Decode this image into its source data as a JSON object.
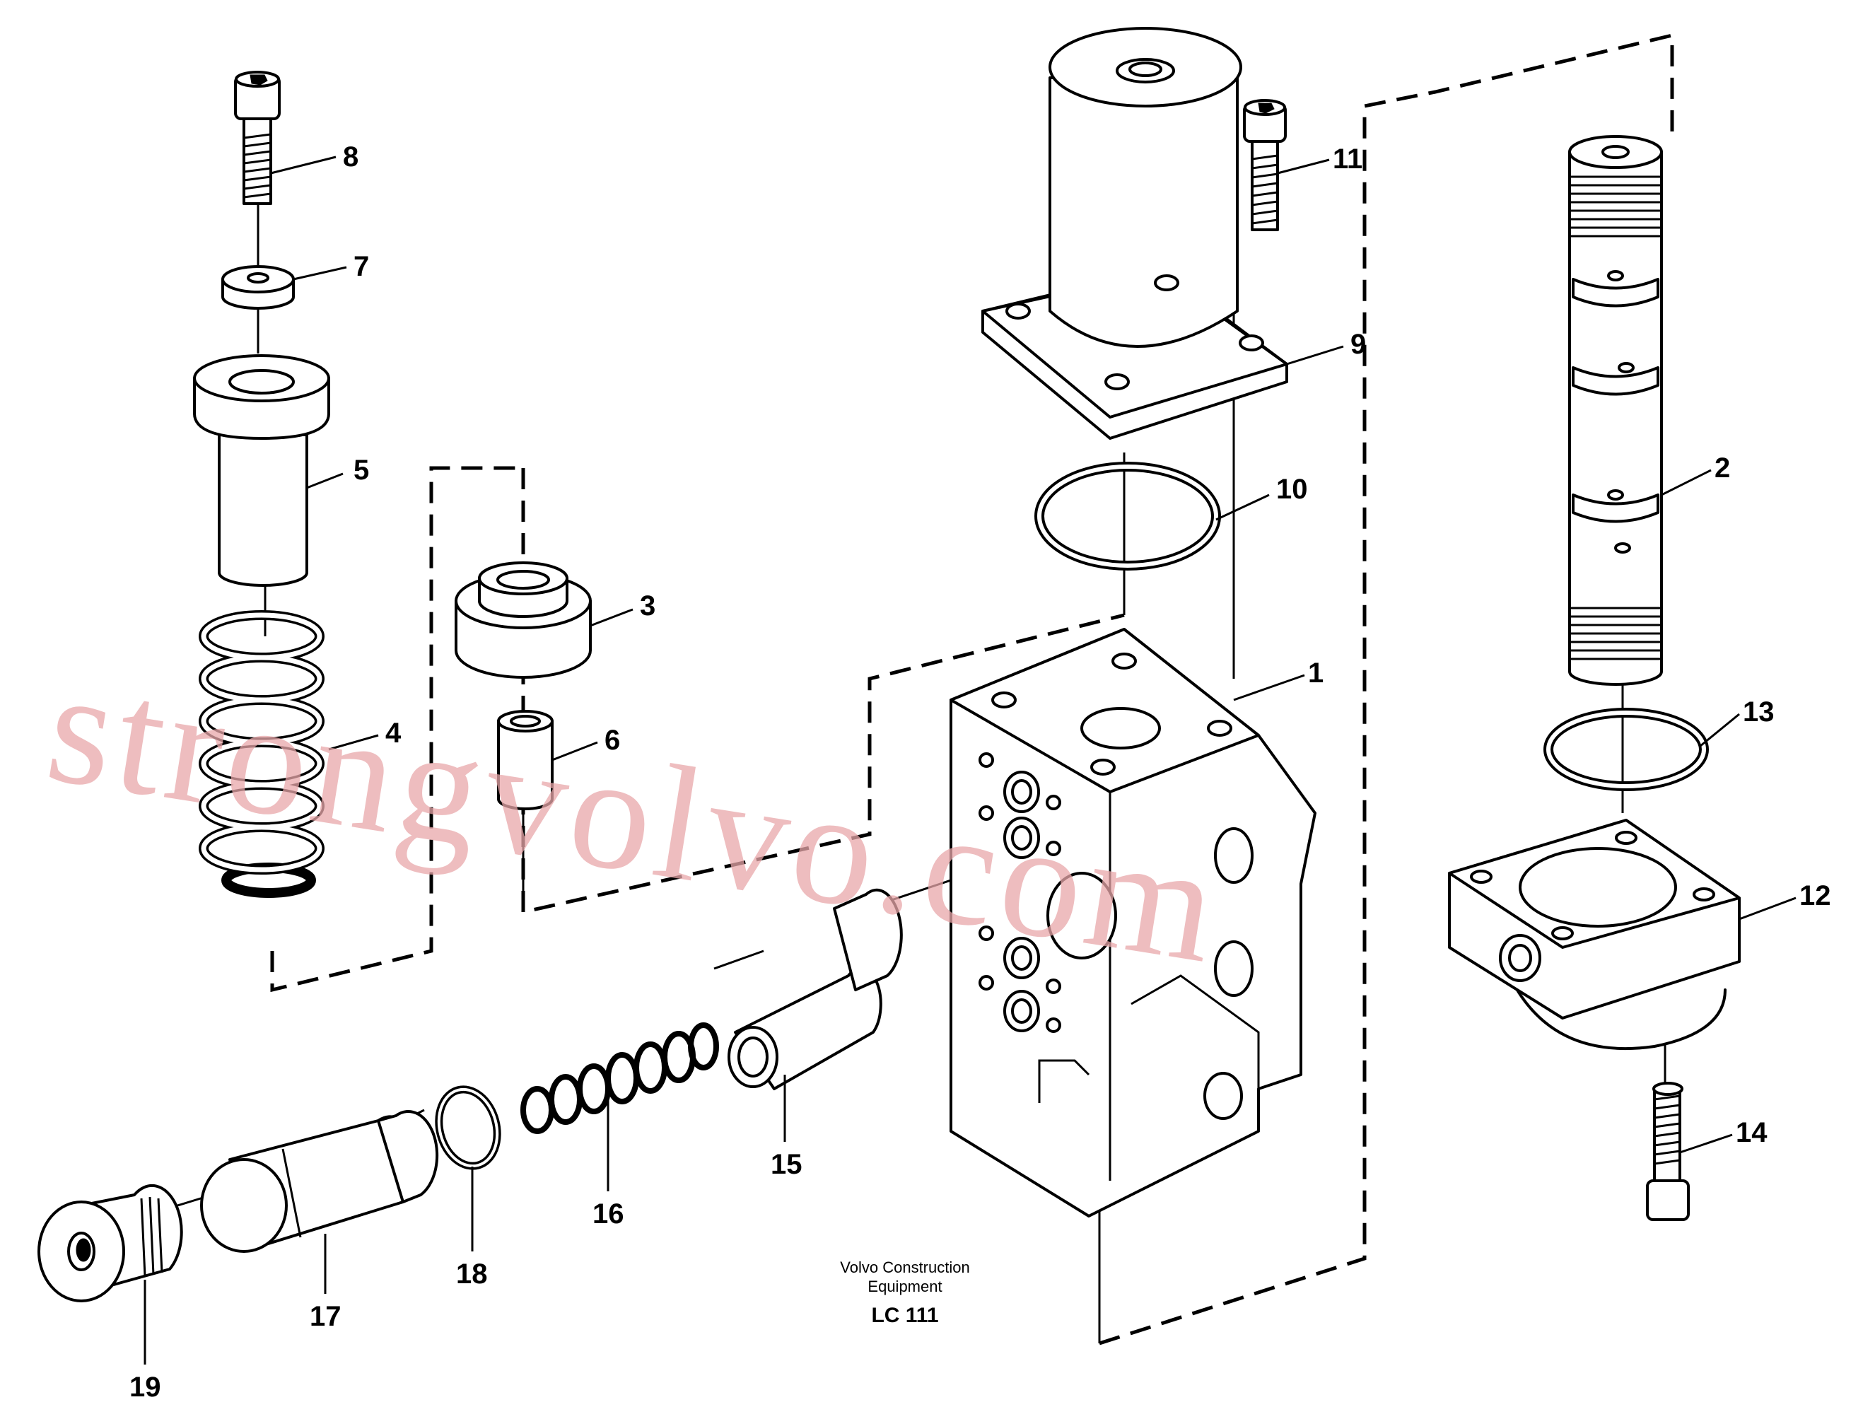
{
  "diagram": {
    "footer": {
      "line1": "Volvo Construction",
      "line2": "Equipment",
      "code": "LC 111"
    },
    "watermark": "strongvolvo.com",
    "callouts": [
      {
        "id": "p1",
        "label": "1"
      },
      {
        "id": "p2",
        "label": "2"
      },
      {
        "id": "p3",
        "label": "3"
      },
      {
        "id": "p4",
        "label": "4"
      },
      {
        "id": "p5",
        "label": "5"
      },
      {
        "id": "p6",
        "label": "6"
      },
      {
        "id": "p7",
        "label": "7"
      },
      {
        "id": "p8",
        "label": "8"
      },
      {
        "id": "p9",
        "label": "9"
      },
      {
        "id": "p10",
        "label": "10"
      },
      {
        "id": "p11",
        "label": "11"
      },
      {
        "id": "p12",
        "label": "12"
      },
      {
        "id": "p13",
        "label": "13"
      },
      {
        "id": "p14",
        "label": "14"
      },
      {
        "id": "p15",
        "label": "15"
      },
      {
        "id": "p16",
        "label": "16"
      },
      {
        "id": "p17",
        "label": "17"
      },
      {
        "id": "p18",
        "label": "18"
      },
      {
        "id": "p19",
        "label": "19"
      }
    ]
  }
}
